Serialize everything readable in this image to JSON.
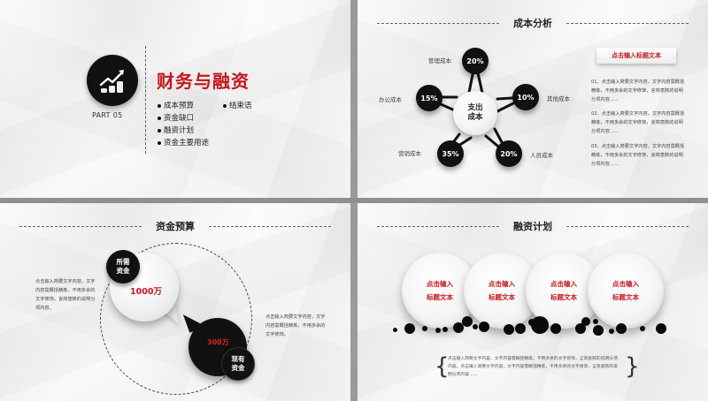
{
  "slides": {
    "s1": {
      "part_label": "PART 05",
      "title": "财务与融资",
      "icon": "growth-chart-coins-icon",
      "items_col1": [
        "成本预算",
        "资金缺口",
        "融资计划",
        "资金主要用途"
      ],
      "items_col2": [
        "结束语"
      ]
    },
    "s2": {
      "section_title": "成本分析",
      "center": {
        "line1": "支出",
        "line2": "成本"
      },
      "nodes": [
        {
          "label": "管理成本",
          "value": "20%"
        },
        {
          "label": "其他成本",
          "value": "10%"
        },
        {
          "label": "人员成本",
          "value": "20%"
        },
        {
          "label": "营销成本",
          "value": "35%"
        },
        {
          "label": "办公成本",
          "value": "15%"
        }
      ],
      "button_label": "点击输入标题文本",
      "paragraphs": [
        "01、点击输入简要文字内容，文字内容需概括精炼，不用多余的文字修饰，言简意赅的说明分项内容……",
        "02、点击输入简要文字内容，文字内容需概括精炼，不用多余的文字修饰，言简意赅的说明分项内容……",
        "03、点击输入简要文字内容，文字内容需概括精炼，不用多余的文字修饰，言简意赅的说明分项内容……"
      ]
    },
    "s3": {
      "section_title": "资金预算",
      "needed_label": {
        "line1": "所需",
        "line2": "资金"
      },
      "needed_value": "1000万",
      "existing_label": {
        "line1": "现有",
        "line2": "资金"
      },
      "existing_value": "300万",
      "left_text": "点击输入简要文字内容，文字内容需概括精炼，不用多余的文字修饰，言简意赅的说明分项内容。",
      "right_text": "点击输入简要文字内容，文字内容需概括精炼，不用多余的文字修饰。"
    },
    "s4": {
      "section_title": "融资计划",
      "plates": [
        {
          "line1": "点击输入",
          "line2": "标题文本"
        },
        {
          "line1": "点击输入",
          "line2": "标题文本"
        },
        {
          "line1": "点击输入",
          "line2": "标题文本"
        },
        {
          "line1": "点击输入",
          "line2": "标题文本"
        }
      ],
      "paragraph": "点击输入简要文字内容，文字内容需概括精炼，不用多余的文字修饰，言简意赅的说明分项内容。点击输入简要文字内容，文字内容需概括精炼，不用多余的文字修饰，言简意赅的说明分项内容……"
    }
  },
  "colors": {
    "accent_red": "#c8161d",
    "black": "#111111",
    "divider": "#8f8f8f"
  }
}
